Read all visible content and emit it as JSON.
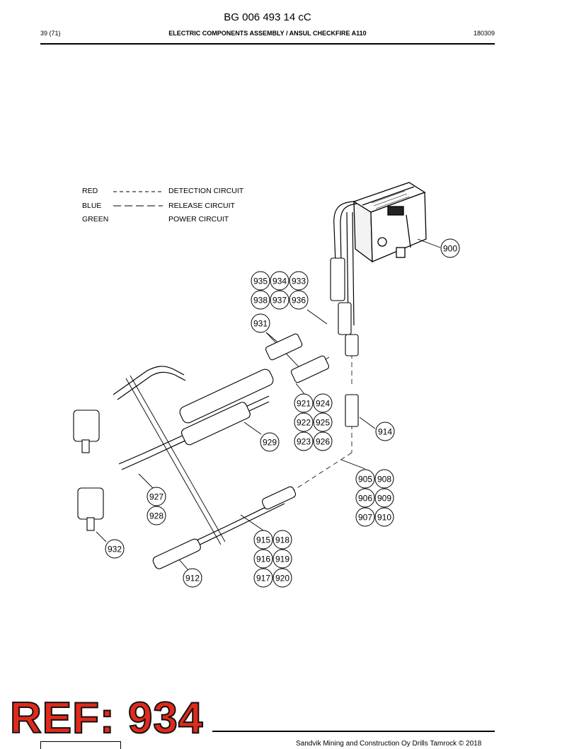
{
  "header": {
    "doc_number": "BG 006 493 14 cC",
    "page_count": "39 (71)",
    "title": "ELECTRIC COMPONENTS ASSEMBLY / ANSUL CHECKFIRE A110",
    "date": "180309"
  },
  "legend": [
    {
      "color_label": "RED",
      "line_style": "short-dash",
      "circuit": "DETECTION CIRCUIT"
    },
    {
      "color_label": "BLUE",
      "line_style": "long-dash",
      "circuit": "RELEASE CIRCUIT"
    },
    {
      "color_label": "GREEN",
      "line_style": "none",
      "circuit": "POWER CIRCUIT"
    }
  ],
  "callouts": [
    {
      "id": "c900",
      "label": "900"
    },
    {
      "id": "c935",
      "label": "935"
    },
    {
      "id": "c934",
      "label": "934"
    },
    {
      "id": "c933",
      "label": "933"
    },
    {
      "id": "c938",
      "label": "938"
    },
    {
      "id": "c937",
      "label": "937"
    },
    {
      "id": "c936",
      "label": "936"
    },
    {
      "id": "c931",
      "label": "931"
    },
    {
      "id": "c921",
      "label": "921"
    },
    {
      "id": "c924",
      "label": "924"
    },
    {
      "id": "c922",
      "label": "922"
    },
    {
      "id": "c925",
      "label": "925"
    },
    {
      "id": "c923",
      "label": "923"
    },
    {
      "id": "c926",
      "label": "926"
    },
    {
      "id": "c929",
      "label": "929"
    },
    {
      "id": "c914",
      "label": "914"
    },
    {
      "id": "c905",
      "label": "905"
    },
    {
      "id": "c908",
      "label": "908"
    },
    {
      "id": "c906",
      "label": "906"
    },
    {
      "id": "c909",
      "label": "909"
    },
    {
      "id": "c907",
      "label": "907"
    },
    {
      "id": "c910",
      "label": "910"
    },
    {
      "id": "c927",
      "label": "927"
    },
    {
      "id": "c928",
      "label": "928"
    },
    {
      "id": "c932",
      "label": "932"
    },
    {
      "id": "c915",
      "label": "915"
    },
    {
      "id": "c918",
      "label": "918"
    },
    {
      "id": "c916",
      "label": "916"
    },
    {
      "id": "c919",
      "label": "919"
    },
    {
      "id": "c917",
      "label": "917"
    },
    {
      "id": "c920",
      "label": "920"
    },
    {
      "id": "c912",
      "label": "912"
    }
  ],
  "stamp": {
    "text": "REF: 934",
    "color": "#e02a1a"
  },
  "footer": {
    "text": "Sandvik Mining and Construction Oy Drills Tamrock © 2018"
  }
}
